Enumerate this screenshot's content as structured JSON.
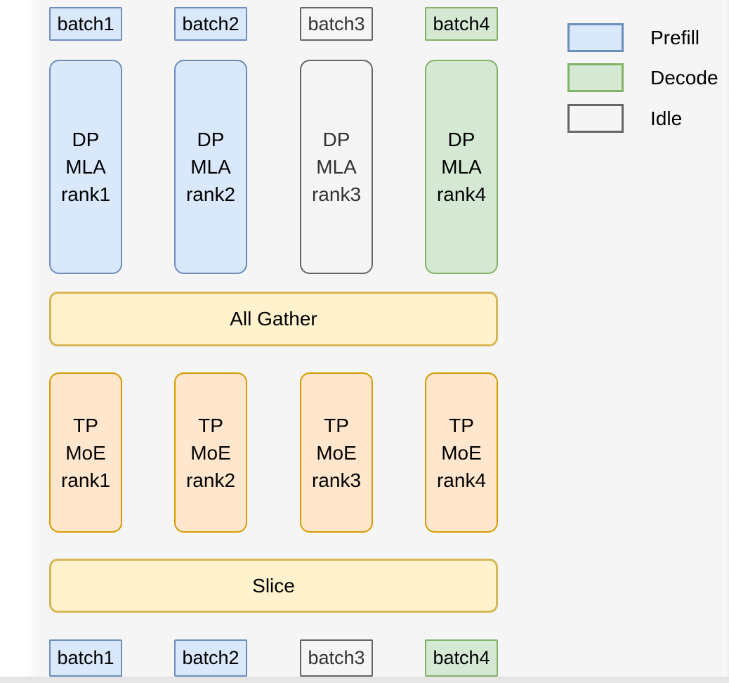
{
  "diagram": {
    "top_batches": [
      {
        "label": "batch1",
        "state": "prefill"
      },
      {
        "label": "batch2",
        "state": "prefill"
      },
      {
        "label": "batch3",
        "state": "idle"
      },
      {
        "label": "batch4",
        "state": "decode"
      }
    ],
    "dp_ranks": [
      {
        "line1": "DP",
        "line2": "MLA",
        "line3": "rank1",
        "state": "prefill"
      },
      {
        "line1": "DP",
        "line2": "MLA",
        "line3": "rank2",
        "state": "prefill"
      },
      {
        "line1": "DP",
        "line2": "MLA",
        "line3": "rank3",
        "state": "idle"
      },
      {
        "line1": "DP",
        "line2": "MLA",
        "line3": "rank4",
        "state": "decode"
      }
    ],
    "all_gather_label": "All Gather",
    "tp_ranks": [
      {
        "line1": "TP",
        "line2": "MoE",
        "line3": "rank1"
      },
      {
        "line1": "TP",
        "line2": "MoE",
        "line3": "rank2"
      },
      {
        "line1": "TP",
        "line2": "MoE",
        "line3": "rank3"
      },
      {
        "line1": "TP",
        "line2": "MoE",
        "line3": "rank4"
      }
    ],
    "slice_label": "Slice",
    "bottom_batches": [
      {
        "label": "batch1",
        "state": "prefill"
      },
      {
        "label": "batch2",
        "state": "prefill"
      },
      {
        "label": "batch3",
        "state": "idle"
      },
      {
        "label": "batch4",
        "state": "decode"
      }
    ]
  },
  "legend": {
    "items": [
      {
        "label": "Prefill",
        "fill": "#DAE8FC",
        "stroke": "#6C8EBF"
      },
      {
        "label": "Decode",
        "fill": "#D5E8D4",
        "stroke": "#82B366"
      },
      {
        "label": "Idle",
        "fill": "#F5F5F5",
        "stroke": "#666666"
      }
    ]
  },
  "colors": {
    "canvas_background": "#F5F5F5",
    "prefill_fill": "#DAE8FC",
    "prefill_stroke": "#6C8EBF",
    "decode_fill": "#D5E8D4",
    "decode_stroke": "#82B366",
    "idle_stroke": "#666666",
    "idle_text": "#333333",
    "moe_fill": "#FFE6CC",
    "moe_stroke": "#D79B00",
    "op_fill": "#FFF2CC",
    "op_stroke": "#D6B656"
  }
}
